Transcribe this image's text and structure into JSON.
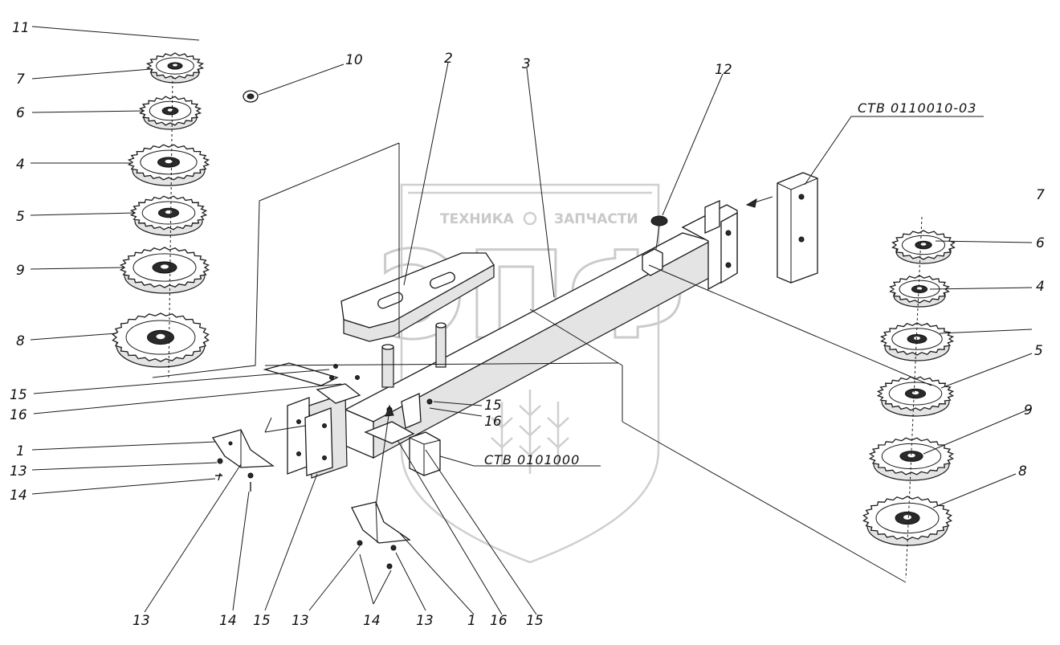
{
  "watermark": {
    "text_left": "ТЕХНИКА",
    "text_right": "ЗАПЧАСТИ",
    "logo": "ЭПФ"
  },
  "codes": {
    "top_right_block": "СТВ 0110010-03",
    "bottom_block": "СТВ 0101000"
  },
  "callouts": {
    "left_stack": [
      "11",
      "7",
      "6",
      "4",
      "5",
      "9",
      "8"
    ],
    "top": [
      "10",
      "2",
      "3",
      "12"
    ],
    "right_stack": [
      "7",
      "6",
      "4",
      "5",
      "9",
      "8"
    ],
    "left_mid": [
      "15",
      "16",
      "1",
      "13",
      "14"
    ],
    "center": [
      "15",
      "16"
    ],
    "bottom": [
      "13",
      "14",
      "15",
      "13",
      "14",
      "13",
      "1",
      "16",
      "15"
    ]
  }
}
